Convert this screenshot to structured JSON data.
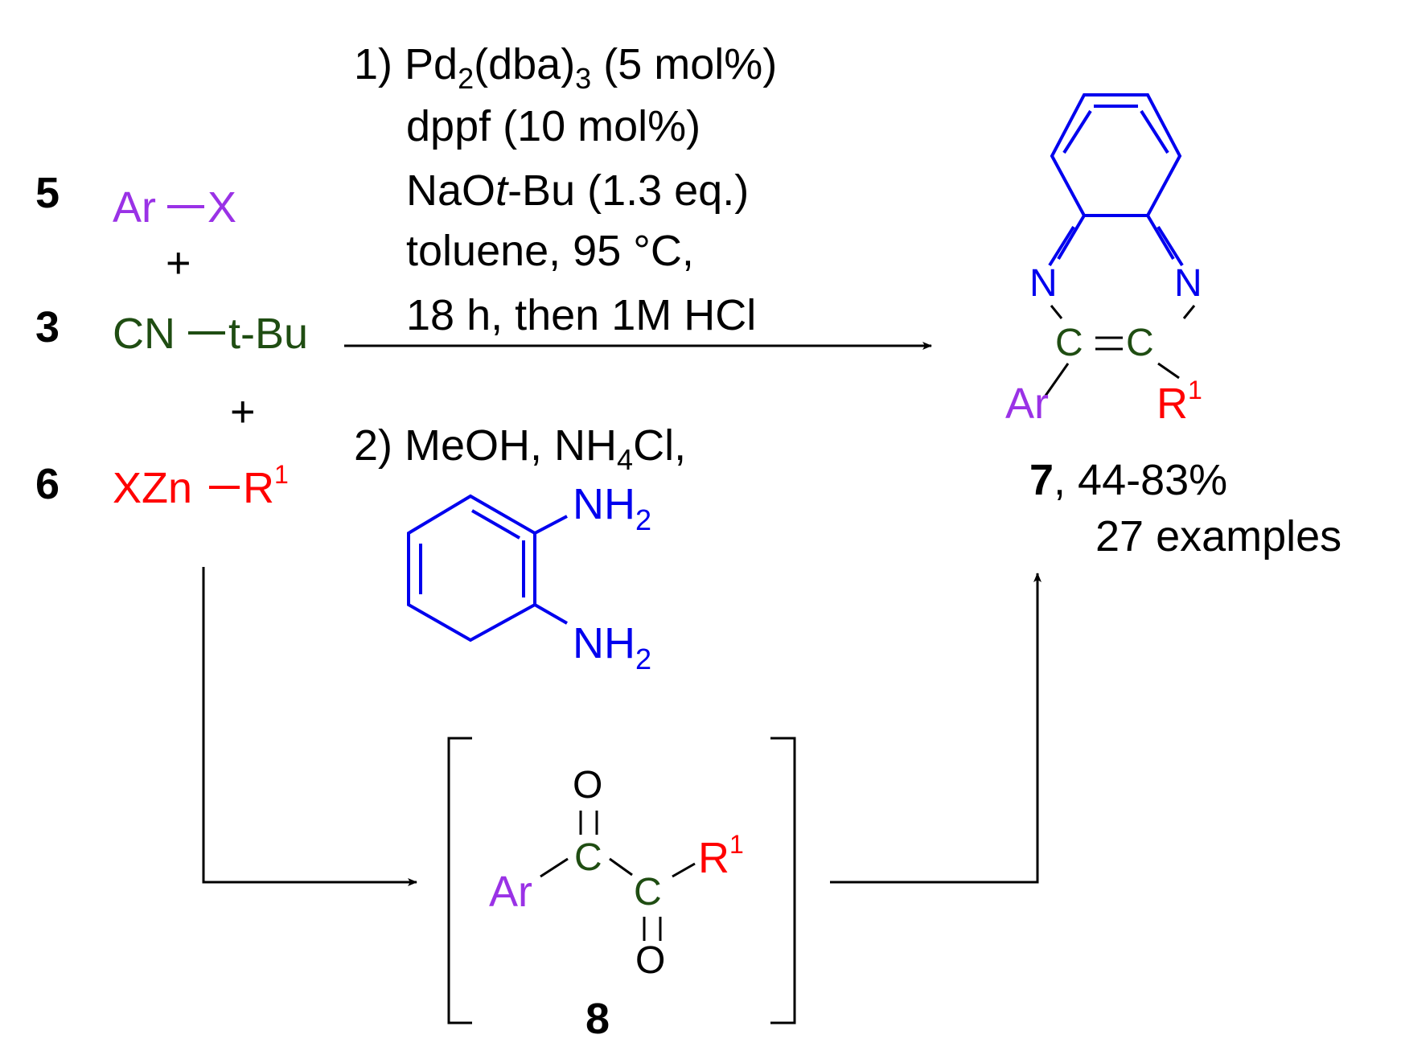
{
  "colors": {
    "black": "#000000",
    "purple": "#9a32e6",
    "green": "#1f4d12",
    "red": "#ff0000",
    "blue": "#0000ee"
  },
  "reactants": {
    "r5": {
      "number": "5",
      "ar": "Ar",
      "x": "X"
    },
    "plus_1": "+",
    "r3": {
      "number": "3",
      "cn": "CN",
      "tbu": "t-Bu"
    },
    "plus_2": "+",
    "r6": {
      "number": "6",
      "xzn": "XZn",
      "r": "R",
      "r_sup": "1"
    }
  },
  "conditions": {
    "step1": {
      "prefix": "1) Pd",
      "sub1": "2",
      "mid": "(dba)",
      "sub2": "3",
      "suffix": " (5 mol%)",
      "line2": "dppf (10 mol%)",
      "line3_a": "NaO",
      "line3_b": "t",
      "line3_c": "-Bu (1.3 eq.)",
      "line4": "toluene, 95 °C,",
      "line5": "18 h, then 1M HCl"
    },
    "step2": {
      "prefix": "2) MeOH, NH",
      "sub": "4",
      "suffix": "Cl,"
    },
    "diamine": {
      "nh_1": "NH",
      "sub_1": "2",
      "nh_2": "NH",
      "sub_2": "2"
    }
  },
  "product": {
    "n_left": "N",
    "n_right": "N",
    "c_left": "C",
    "c_right": "C",
    "ar": "Ar",
    "r": "R",
    "r_sup": "1",
    "number": "7",
    "yield": ", 44-83%",
    "examples": "27 examples"
  },
  "intermediate": {
    "o_top": "O",
    "c_top": "C",
    "ar": "Ar",
    "c_bottom": "C",
    "r": "R",
    "r_sup": "1",
    "o_bottom": "O",
    "number": "8"
  }
}
